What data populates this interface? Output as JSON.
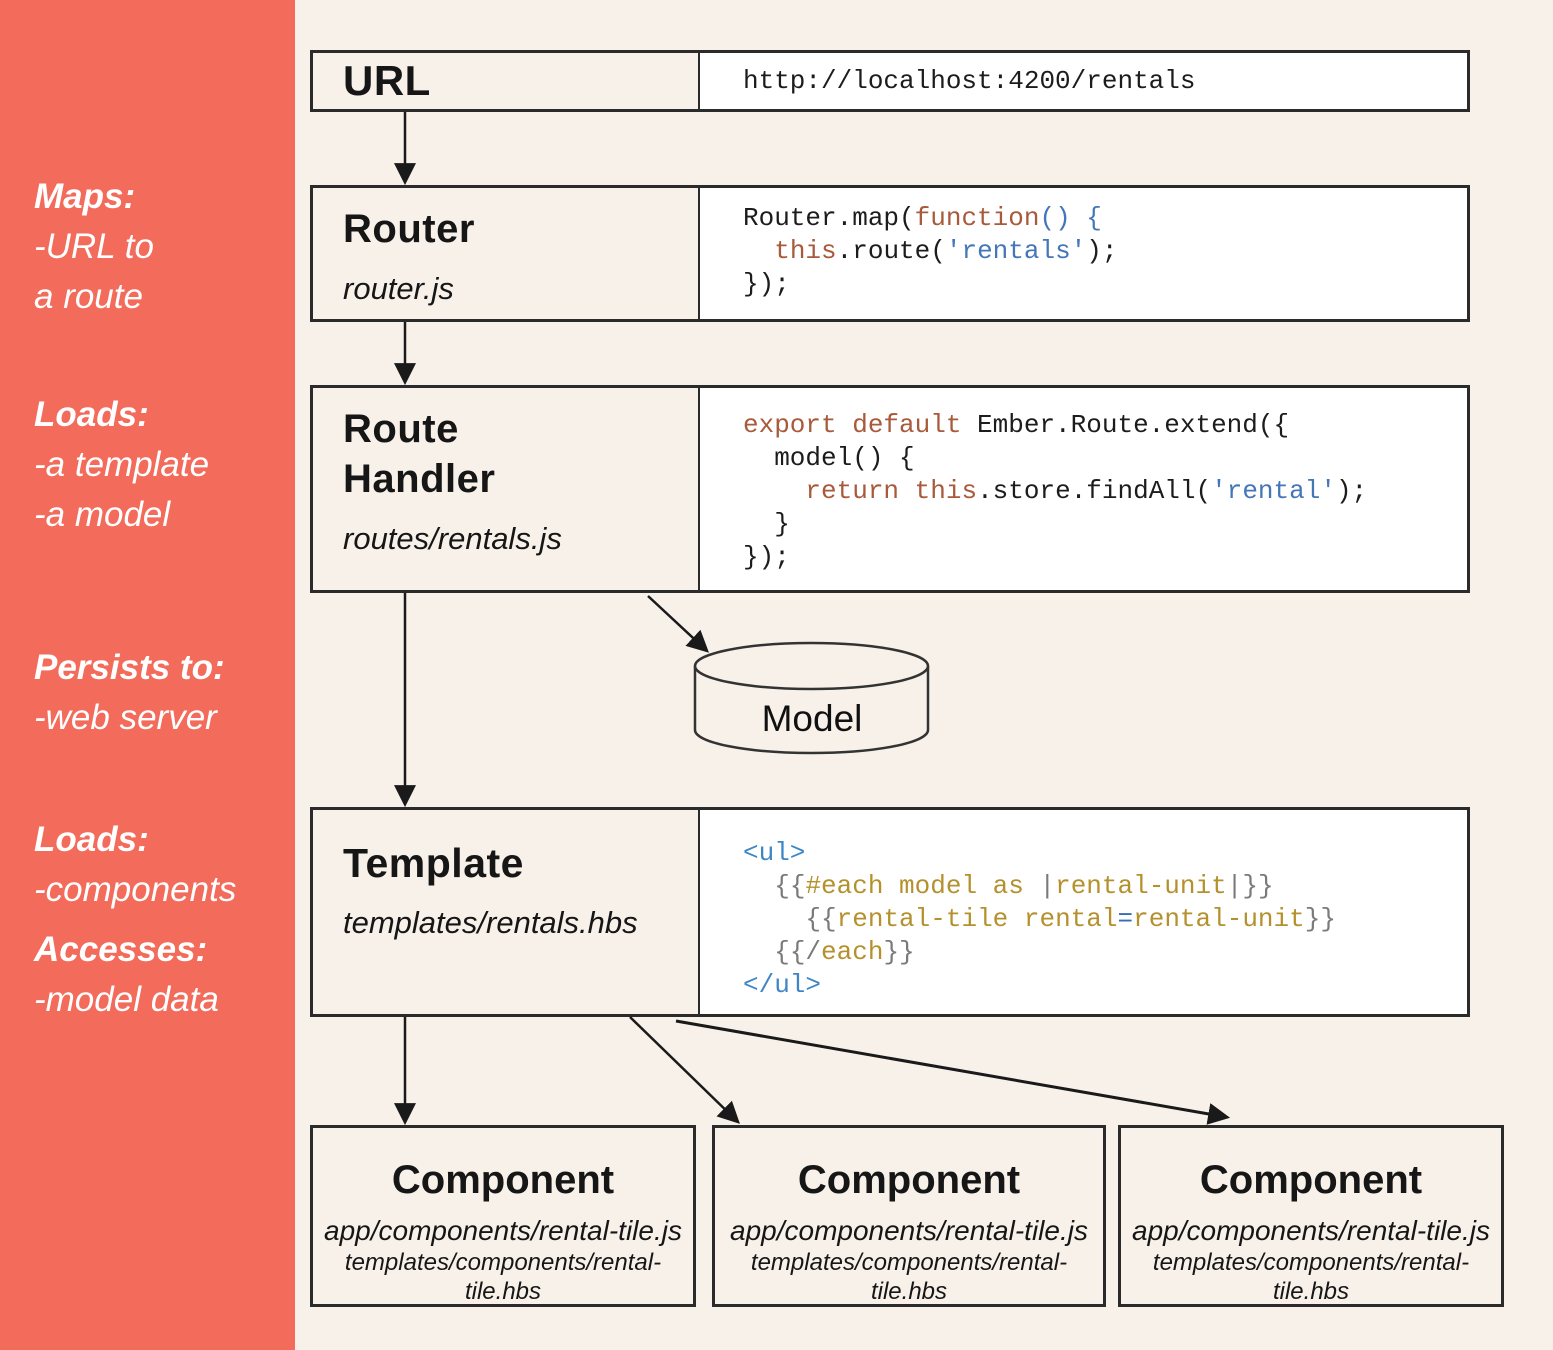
{
  "colors": {
    "background": "#f8f1ea",
    "sidebar": "#f26b5b",
    "box_border": "#2b2b2b",
    "code_text": "#1c1c1c",
    "code_keyword": "#a85a3a",
    "code_string": "#4576b8",
    "code_tag": "#3e86c6",
    "code_gold": "#b5912e",
    "code_gray": "#7a7a7a",
    "code_equals": "#3a6cb5"
  },
  "sidebar": {
    "annotations": [
      {
        "title": "Maps:",
        "lines": [
          "-URL to",
          "a route"
        ]
      },
      {
        "title": "Loads:",
        "lines": [
          "-a template",
          "-a model"
        ]
      },
      {
        "title": "Persists to:",
        "lines": [
          "-web server"
        ]
      },
      {
        "title": "Loads:",
        "lines": [
          "-components"
        ]
      },
      {
        "title": "Accesses:",
        "lines": [
          "-model data"
        ]
      }
    ]
  },
  "diagram": {
    "url": {
      "title": "URL",
      "value": "http://localhost:4200/rentals"
    },
    "router": {
      "title": "Router",
      "subtitle": "router.js",
      "code": [
        [
          [
            "Router.map(",
            "plain"
          ],
          [
            "function",
            "kw"
          ],
          [
            "() {",
            "str"
          ]
        ],
        [
          [
            "  ",
            "plain"
          ],
          [
            "this",
            "kw"
          ],
          [
            ".route(",
            "plain"
          ],
          [
            "'rentals'",
            "str"
          ],
          [
            ");",
            "plain"
          ]
        ],
        [
          [
            "});",
            "plain"
          ]
        ]
      ]
    },
    "route_handler": {
      "title_lines": [
        "Route",
        "Handler"
      ],
      "subtitle": "routes/rentals.js",
      "code": [
        [
          [
            "export default",
            "kw"
          ],
          [
            " Ember.Route.extend({",
            "plain"
          ]
        ],
        [
          [
            "  model() {",
            "plain"
          ]
        ],
        [
          [
            "    ",
            "plain"
          ],
          [
            "return",
            "kw"
          ],
          [
            " ",
            "plain"
          ],
          [
            "this",
            "kw"
          ],
          [
            ".store.findAll(",
            "plain"
          ],
          [
            "'rental'",
            "str"
          ],
          [
            ");",
            "plain"
          ]
        ],
        [
          [
            "  }",
            "plain"
          ]
        ],
        [
          [
            "});",
            "plain"
          ]
        ]
      ]
    },
    "model": {
      "label": "Model"
    },
    "template": {
      "title": "Template",
      "subtitle": "templates/rentals.hbs",
      "code": [
        [
          [
            "<ul>",
            "tag"
          ]
        ],
        [
          [
            "  ",
            "plain"
          ],
          [
            "{{",
            "gray"
          ],
          [
            "#each model as ",
            "gold"
          ],
          [
            "|",
            "gray"
          ],
          [
            "rental-unit",
            "gold"
          ],
          [
            "|",
            "gray"
          ],
          [
            "}}",
            "gray"
          ]
        ],
        [
          [
            "    ",
            "plain"
          ],
          [
            "{{",
            "gray"
          ],
          [
            "rental-tile rental",
            "gold"
          ],
          [
            "=",
            "eq"
          ],
          [
            "rental-unit",
            "gold"
          ],
          [
            "}}",
            "gray"
          ]
        ],
        [
          [
            "  ",
            "plain"
          ],
          [
            "{{/",
            "gray"
          ],
          [
            "each",
            "gold"
          ],
          [
            "}}",
            "gray"
          ]
        ],
        [
          [
            "</ul>",
            "tag"
          ]
        ]
      ]
    },
    "components": [
      {
        "title": "Component",
        "path_js": "app/components/rental-tile.js",
        "path_hbs": "templates/components/rental-tile.hbs"
      },
      {
        "title": "Component",
        "path_js": "app/components/rental-tile.js",
        "path_hbs": "templates/components/rental-tile.hbs"
      },
      {
        "title": "Component",
        "path_js": "app/components/rental-tile.js",
        "path_hbs": "templates/components/rental-tile.hbs"
      }
    ]
  }
}
